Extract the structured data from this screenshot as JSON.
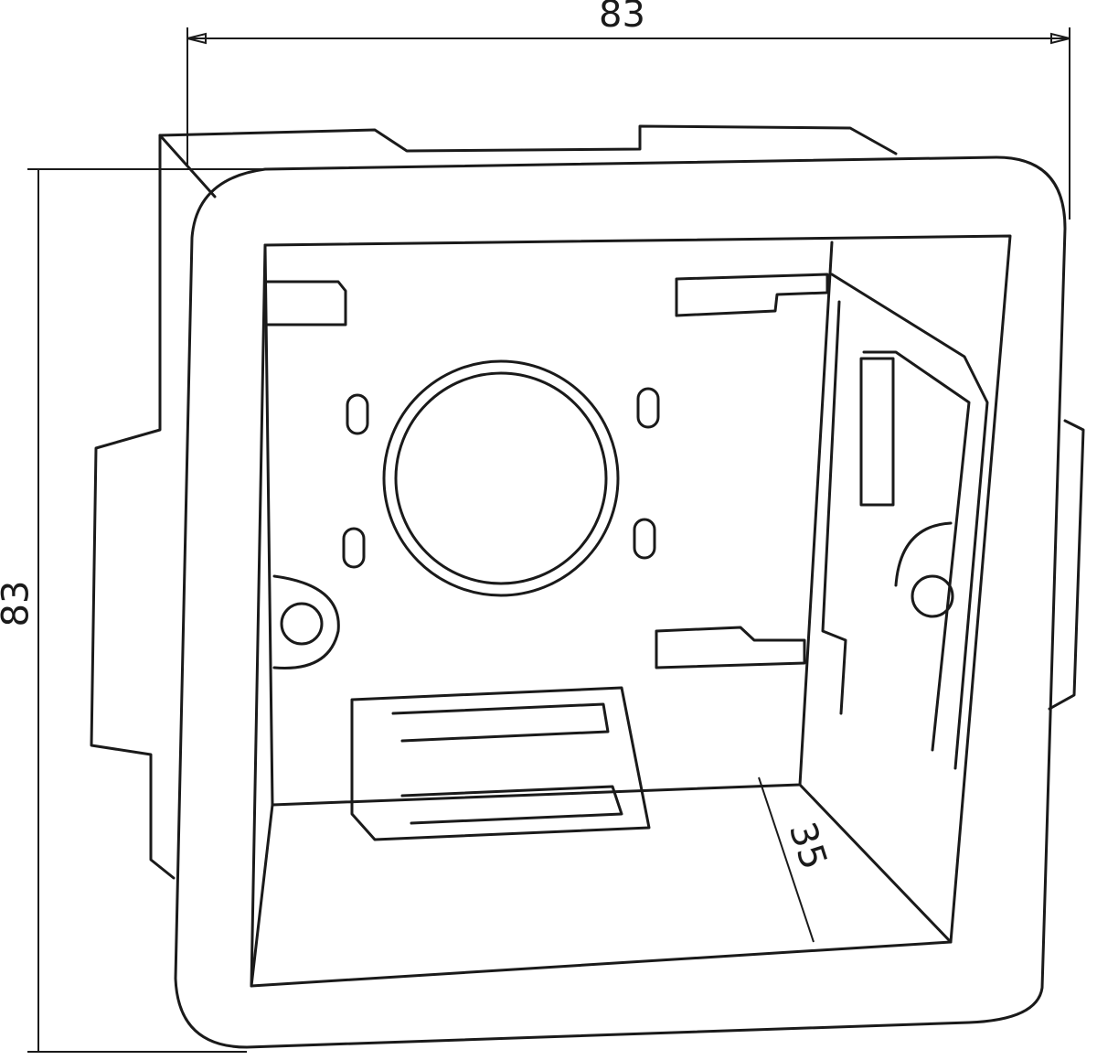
{
  "drawing": {
    "subject": "electrical mounting box",
    "dimensions": {
      "width": "83",
      "height": "83",
      "depth": "35"
    },
    "colors": {
      "line": "#1a1a1a",
      "background": "#ffffff"
    }
  }
}
